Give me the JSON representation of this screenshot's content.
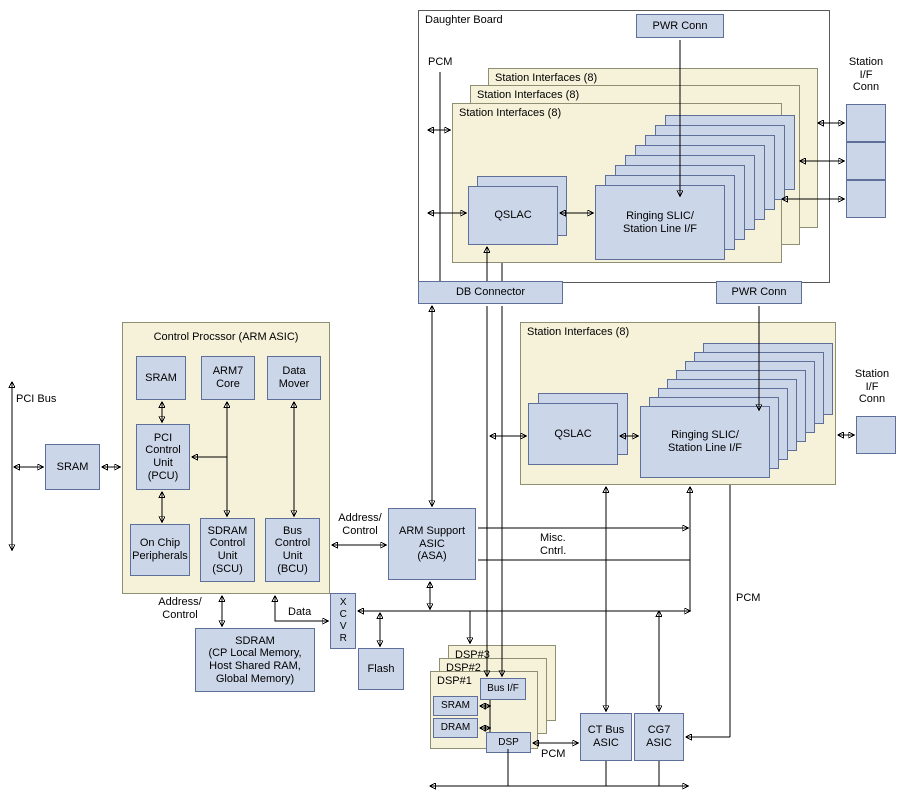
{
  "colors": {
    "blue_box_fill": "#ccd6e9",
    "blue_box_border": "#5e6f99",
    "panel_fill": "#f6f2da",
    "panel_border": "#8f8f73",
    "line": "#000000"
  },
  "daughter_board": {
    "title": "Daughter Board",
    "pwr_conn": "PWR Conn",
    "pcm": "PCM",
    "station_interfaces": [
      "Station Interfaces (8)",
      "Station Interfaces (8)",
      "Station Interfaces (8)"
    ],
    "qslac": "QSLAC",
    "ringing_slic": "Ringing SLIC/\nStation Line I/F",
    "station_if_conn": "Station\nI/F\nConn"
  },
  "db_connector": "DB Connector",
  "pwr_conn_2": "PWR Conn",
  "station_interfaces_main": {
    "title": "Station Interfaces (8)",
    "qslac": "QSLAC",
    "ringing_slic": "Ringing SLIC/\nStation Line I/F",
    "station_if_conn": "Station\nI/F\nConn"
  },
  "control_processor": {
    "title": "Control Procssor (ARM ASIC)",
    "sram": "SRAM",
    "arm7_core": "ARM7\nCore",
    "data_mover": "Data\nMover",
    "pci_control_unit": "PCI\nControl\nUnit\n(PCU)",
    "on_chip_peripherals": "On Chip\nPeripherals",
    "sdram_control_unit": "SDRAM\nControl\nUnit\n(SCU)",
    "bus_control_unit": "Bus\nControl\nUnit\n(BCU)"
  },
  "pci_bus": "PCI Bus",
  "sram_pci": "SRAM",
  "sdram": "SDRAM\n(CP Local Memory,\nHost Shared RAM,\nGlobal Memory)",
  "xcvr": "XCVR",
  "flash": "Flash",
  "asa": "ARM Support\nASIC\n(ASA)",
  "labels": {
    "address_control_sdram": "Address/\nControl",
    "data": "Data",
    "address_control_asa": "Address/\nControl",
    "misc_cntrl": "Misc.\nCntrl.",
    "pcm_bottom": "PCM",
    "pcm_right": "PCM"
  },
  "dsp": {
    "dsp3": "DSP#3",
    "dsp2": "DSP#2",
    "dsp1": "DSP#1",
    "bus_if": "Bus I/F",
    "sram": "SRAM",
    "dram": "DRAM",
    "dsp": "DSP"
  },
  "ct_bus_asic": "CT Bus\nASIC",
  "cg7_asic": "CG7\nASIC"
}
